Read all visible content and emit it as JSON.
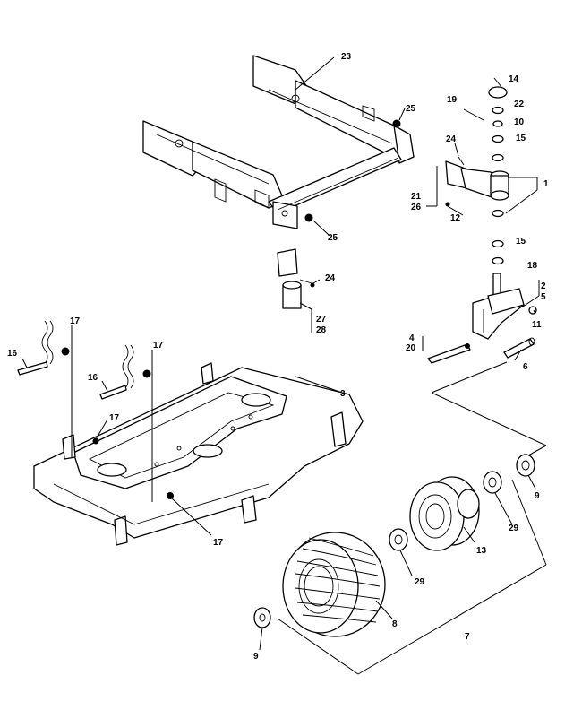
{
  "callouts": {
    "c1": "1",
    "c2": "2",
    "c3": "3",
    "c4": "4",
    "c5": "5",
    "c6": "6",
    "c7": "7",
    "c8": "8",
    "c9a": "9",
    "c9b": "9",
    "c10": "10",
    "c11": "11",
    "c12": "12",
    "c13": "13",
    "c14": "14",
    "c15a": "15",
    "c15b": "15",
    "c16a": "16",
    "c16b": "16",
    "c17a": "17",
    "c17b": "17",
    "c17c": "17",
    "c17d": "17",
    "c18": "18",
    "c19": "19",
    "c20": "20",
    "c21": "21",
    "c22": "22",
    "c23": "23",
    "c24a": "24",
    "c24b": "24",
    "c25a": "25",
    "c25b": "25",
    "c26": "26",
    "c27": "27",
    "c28": "28",
    "c29a": "29",
    "c29b": "29"
  }
}
